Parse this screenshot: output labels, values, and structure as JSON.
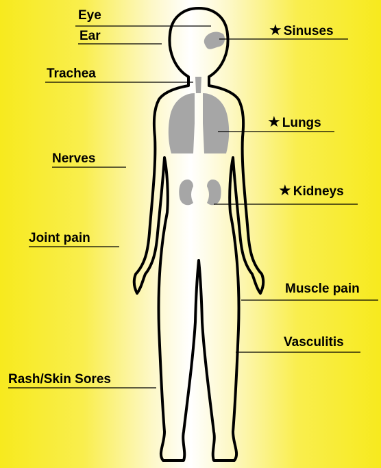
{
  "labels": {
    "eye": "Eye",
    "ear": "Ear",
    "trachea": "Trachea",
    "nerves": "Nerves",
    "joint_pain": "Joint pain",
    "rash": "Rash/Skin Sores",
    "sinuses": "Sinuses",
    "lungs": "Lungs",
    "kidneys": "Kidneys",
    "muscle_pain": "Muscle pain",
    "vasculitis": "Vasculitis"
  },
  "star_glyph": "★",
  "colors": {
    "background_edge": "#f7ea1e",
    "background_center": "#ffffff",
    "outline": "#000000",
    "organs": "#a6a6a6"
  }
}
